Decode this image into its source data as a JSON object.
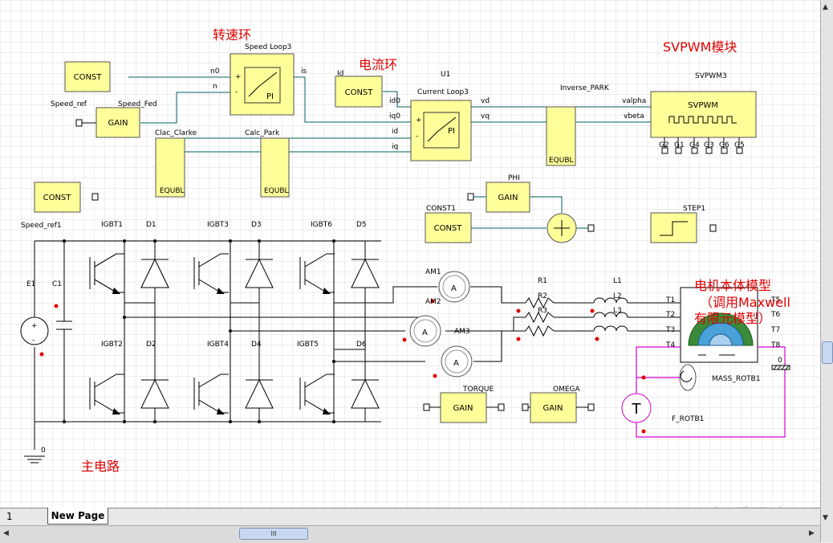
{
  "annotations": {
    "speed_loop": "转速环",
    "current_loop": "电流环",
    "svpwm_module": "SVPWM模块",
    "main_circuit": "主电路",
    "motor_model_1": "电机本体模型",
    "motor_model_2": "（调用Maxwell",
    "motor_model_3": "有限元模型）"
  },
  "labels": {
    "speed_loop3": "Speed Loop3",
    "n0": "n0",
    "n": "n",
    "is": "is",
    "speed_ref": "Speed_ref",
    "speed_fed": "Speed_Fed",
    "clac_clarke": "Clac_Clarke",
    "calc_park": "Calc_Park",
    "id_in": "Id",
    "u1": "U1",
    "current_loop3": "Current Loop3",
    "id0": "id0",
    "iq0": "iq0",
    "id": "id",
    "iq": "iq",
    "vd": "vd",
    "vq": "vq",
    "inverse_park": "Inverse_PARK",
    "valpha": "valpha",
    "vbeta": "vbeta",
    "svpwm3": "SVPWM3",
    "gates": [
      "G2",
      "G1",
      "G4",
      "G3",
      "G6",
      "G5"
    ],
    "phi": "PHI",
    "const1": "CONST1",
    "step1": "STEP1",
    "speed_ref1": "Speed_ref1",
    "igbt1": "IGBT1",
    "d1": "D1",
    "igbt3": "IGBT3",
    "d3": "D3",
    "igbt6": "IGBT6",
    "d5": "D5",
    "igbt2": "IGBT2",
    "d2": "D2",
    "igbt4": "IGBT4",
    "d4": "D4",
    "igbt5": "IGBT5",
    "d6": "D6",
    "e1": "E1",
    "c1": "C1",
    "zero": "0",
    "am1": "AM1",
    "am2": "AM2",
    "am3": "AM3",
    "r1": "R1",
    "r2": "R2",
    "r3": "R3",
    "l1": "L1",
    "l2": "L2",
    "l3": "L3",
    "t1": "T1",
    "t2": "T2",
    "t3": "T3",
    "t4": "T4",
    "t5": "T5",
    "t6": "T6",
    "t7": "T7",
    "t8": "T8",
    "zero2": "0",
    "torque": "TORQUE",
    "omega": "OMEGA",
    "mass_rotb1": "MASS_ROTB1",
    "f_rotb1": "F_ROTB1"
  },
  "blocks": {
    "const": "CONST",
    "gain": "GAIN",
    "pi": "PI",
    "equbl": "EQUBL",
    "svpwm": "SVPWM",
    "t_source": "T",
    "ammeter": "A"
  },
  "tabs": {
    "page_number": "1",
    "new_page": "New Page"
  },
  "scrollbar": {
    "thumb": "III"
  },
  "watermark": "知乎用户",
  "colors": {
    "block_fill": "#ffff99",
    "annotation": "#e00000",
    "control_wire": "#006060",
    "mech_wire": "#d400d4"
  }
}
